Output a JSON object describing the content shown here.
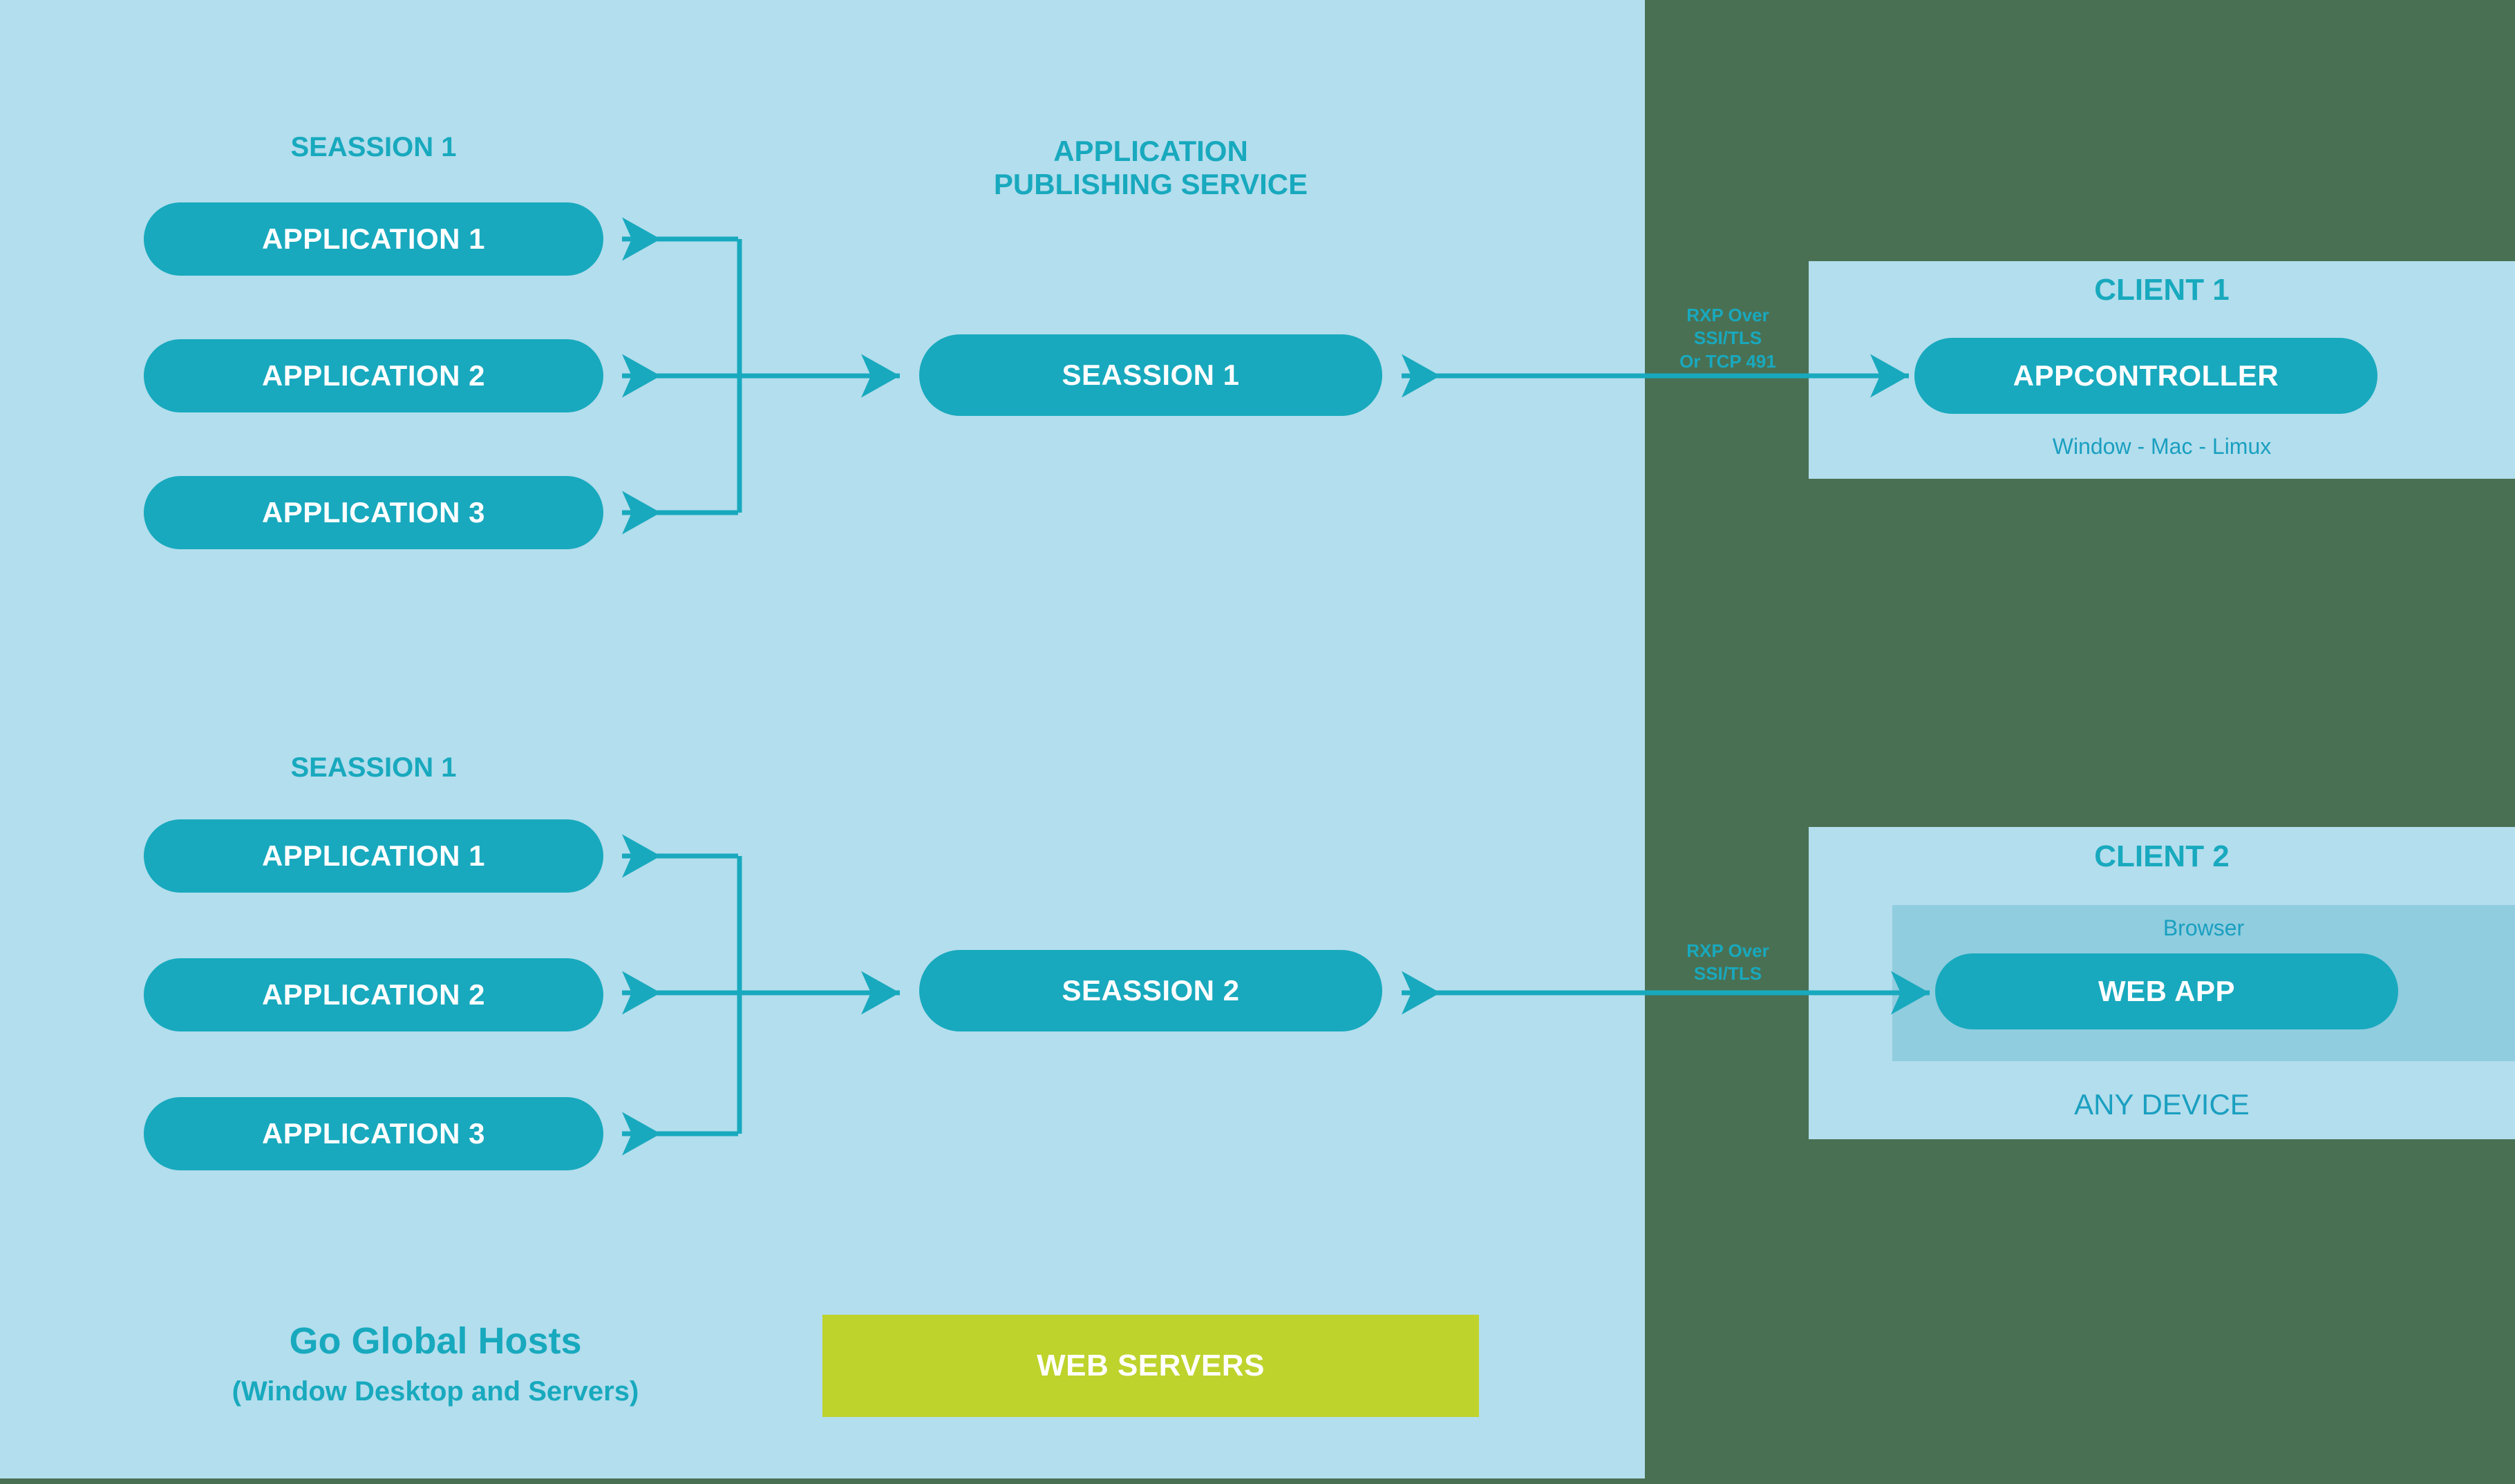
{
  "colors": {
    "host_panel_bg": "#b3deed",
    "outer_bg": "#4a7053",
    "teal": "#18a9be",
    "browser_panel": "#8fcddf",
    "web_servers": "#bed32c",
    "pill_text": "#ffffff"
  },
  "host": {
    "title": "Go Global Hosts",
    "subtitle": "(Window Desktop and Servers)",
    "groups": [
      {
        "label": "SEASSION 1",
        "apps": [
          "APPLICATION 1",
          "APPLICATION 2",
          "APPLICATION 3"
        ]
      },
      {
        "label": "SEASSION 1",
        "apps": [
          "APPLICATION 1",
          "APPLICATION 2",
          "APPLICATION 3"
        ]
      }
    ]
  },
  "publishing_service": {
    "title": "APPLICATION\nPUBLISHING SERVICE",
    "sessions": [
      "SEASSION 1",
      "SEASSION 2"
    ]
  },
  "web_servers": {
    "label": "WEB SERVERS"
  },
  "connections": [
    {
      "label": "RXP Over\nSSI/TLS\nOr TCP 491"
    },
    {
      "label": "RXP Over\nSSI/TLS"
    }
  ],
  "clients": [
    {
      "title": "CLIENT 1",
      "pill": "APPCONTROLLER",
      "os_note": "Window - Mac - Limux"
    },
    {
      "title": "CLIENT 2",
      "browser_label": "Browser",
      "pill": "WEB APP",
      "device_note": "ANY DEVICE"
    }
  ]
}
